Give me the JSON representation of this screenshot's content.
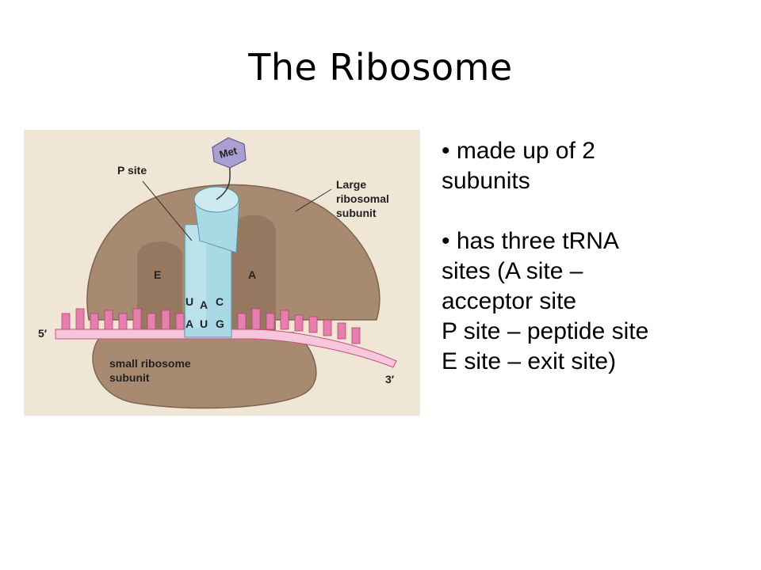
{
  "slide": {
    "title": "The Ribosome"
  },
  "figure": {
    "labels": {
      "met": "Met",
      "p_site": "P site",
      "large_1": "Large",
      "large_2": "ribosomal",
      "large_3": "subunit",
      "e": "E",
      "a": "A",
      "anticodon_u": "U",
      "anticodon_a": "A",
      "anticodon_c": "C",
      "codon_a": "A",
      "codon_u": "U",
      "codon_g": "G",
      "five_prime": "5′",
      "three_prime": "3′",
      "small_1": "small ribosome",
      "small_2": "subunit"
    },
    "colors": {
      "background": "#efe6d6",
      "ribosome": "#a88a70",
      "ribosome_dark": "#7e6450",
      "trna": "#a9d9e4",
      "mrna": "#e57fae",
      "met": "#a99fd0"
    }
  },
  "bullets": [
    {
      "line1": "• made up of 2",
      "line2": "subunits"
    },
    {
      "line1": "• has three tRNA",
      "line2": "sites (A site –",
      "line3": "acceptor site",
      "line4": "P site – peptide site",
      "line5": "E site – exit site)"
    }
  ]
}
